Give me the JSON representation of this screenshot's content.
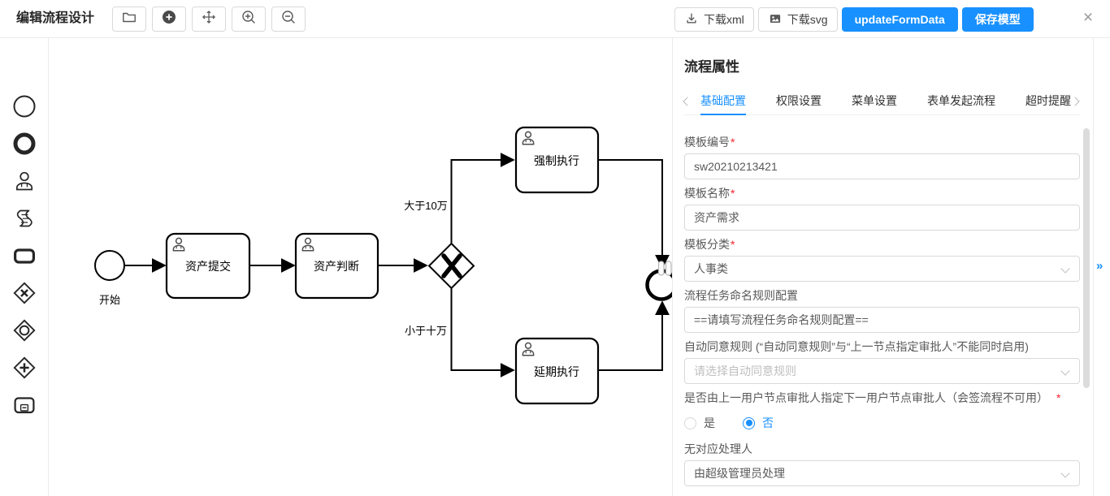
{
  "window": {
    "title": "编辑流程设计",
    "close_icon": "×"
  },
  "toolbar": {
    "tools": [
      {
        "name": "open-folder-icon"
      },
      {
        "name": "create-node-icon"
      },
      {
        "name": "move-canvas-icon"
      },
      {
        "name": "zoom-in-icon"
      },
      {
        "name": "zoom-out-icon"
      }
    ],
    "download_xml": "下载xml",
    "download_svg": "下载svg",
    "update_form_data": "updateFormData",
    "save_model": "保存模型"
  },
  "palette": {
    "items": [
      {
        "name": "start-event"
      },
      {
        "name": "end-event"
      },
      {
        "name": "user-task"
      },
      {
        "name": "script-task"
      },
      {
        "name": "task"
      },
      {
        "name": "exclusive-gateway"
      },
      {
        "name": "inclusive-gateway"
      },
      {
        "name": "parallel-gateway"
      },
      {
        "name": "sub-process"
      }
    ]
  },
  "diagram": {
    "start_label": "开始",
    "tasks": [
      "资产提交",
      "资产判断",
      "强制执行",
      "延期执行"
    ],
    "edge_labels": {
      "upper": "大于10万",
      "lower": "小于十万"
    }
  },
  "panel": {
    "title": "流程属性",
    "collapse_icon": "»",
    "required_mark": "*",
    "tabs": [
      {
        "label": "基础配置",
        "active": true
      },
      {
        "label": "权限设置",
        "active": false
      },
      {
        "label": "菜单设置",
        "active": false
      },
      {
        "label": "表单发起流程",
        "active": false
      },
      {
        "label": "超时提醒",
        "active": false
      }
    ],
    "fields": [
      {
        "label": "模板编号",
        "required": true,
        "type": "input",
        "value": "sw20210213421"
      },
      {
        "label": "模板名称",
        "required": true,
        "type": "input",
        "value": "资产需求"
      },
      {
        "label": "模板分类",
        "required": true,
        "type": "select",
        "value": "人事类"
      },
      {
        "label": "流程任务命名规则配置",
        "required": false,
        "type": "input",
        "value": "==请填写流程任务命名规则配置=="
      },
      {
        "label": "自动同意规则 (“自动同意规则”与“上一节点指定审批人”不能同时启用)",
        "required": false,
        "type": "select",
        "placeholder": "请选择自动同意规则"
      },
      {
        "label": "是否由上一用户节点审批人指定下一用户节点审批人（会签流程不可用）",
        "required": true,
        "type": "radio",
        "options": [
          "是",
          "否"
        ],
        "selected": "否"
      },
      {
        "label": "无对应处理人",
        "required": false,
        "type": "select",
        "value": "由超级管理员处理"
      }
    ]
  },
  "colors": {
    "accent": "#1890ff",
    "required": "#f5222d",
    "border": "#d9d9d9",
    "node_stroke": "#000000"
  }
}
